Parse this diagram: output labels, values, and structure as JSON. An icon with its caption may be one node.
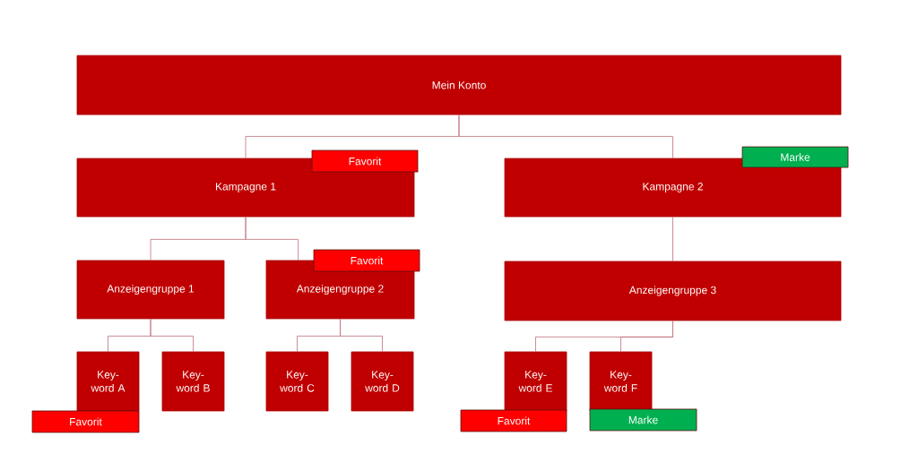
{
  "diagram": {
    "nodes": [
      {
        "text": [
          "Mein Konto"
        ]
      },
      {
        "text": [
          "Kampagne 1"
        ]
      },
      {
        "text": [
          "Favorit"
        ]
      },
      {
        "text": [
          "Kampagne 2"
        ]
      },
      {
        "text": [
          "Marke"
        ]
      },
      {
        "text": [
          "Anzeigengruppe 1"
        ]
      },
      {
        "text": [
          "Anzeigengruppe 2"
        ]
      },
      {
        "text": [
          "Favorit"
        ]
      },
      {
        "text": [
          "Anzeigengruppe 3"
        ]
      },
      {
        "text": [
          "Key- word A"
        ]
      },
      {
        "text": [
          "Key- word B"
        ]
      },
      {
        "text": [
          "Key- word C"
        ]
      },
      {
        "text": [
          "Key- word D"
        ]
      },
      {
        "text": [
          "Key- word E"
        ]
      },
      {
        "text": [
          "Key- word F"
        ]
      },
      {
        "text": [
          "Favorit"
        ]
      },
      {
        "text": [
          "Favorit"
        ]
      },
      {
        "text": [
          "Marke"
        ]
      }
    ],
    "edges": [
      {
        "from": 0,
        "to": 1,
        "arrow": "none"
      },
      {
        "from": 0,
        "to": 3,
        "arrow": "none"
      },
      {
        "from": 1,
        "to": 5,
        "arrow": "none"
      },
      {
        "from": 1,
        "to": 6,
        "arrow": "none"
      },
      {
        "from": 3,
        "to": 8,
        "arrow": "none"
      },
      {
        "from": 5,
        "to": 9,
        "arrow": "none"
      },
      {
        "from": 5,
        "to": 10,
        "arrow": "none"
      },
      {
        "from": 6,
        "to": 11,
        "arrow": "none"
      },
      {
        "from": 6,
        "to": 12,
        "arrow": "none"
      },
      {
        "from": 8,
        "to": 13,
        "arrow": "none"
      },
      {
        "from": 8,
        "to": 14,
        "arrow": "none"
      }
    ]
  }
}
